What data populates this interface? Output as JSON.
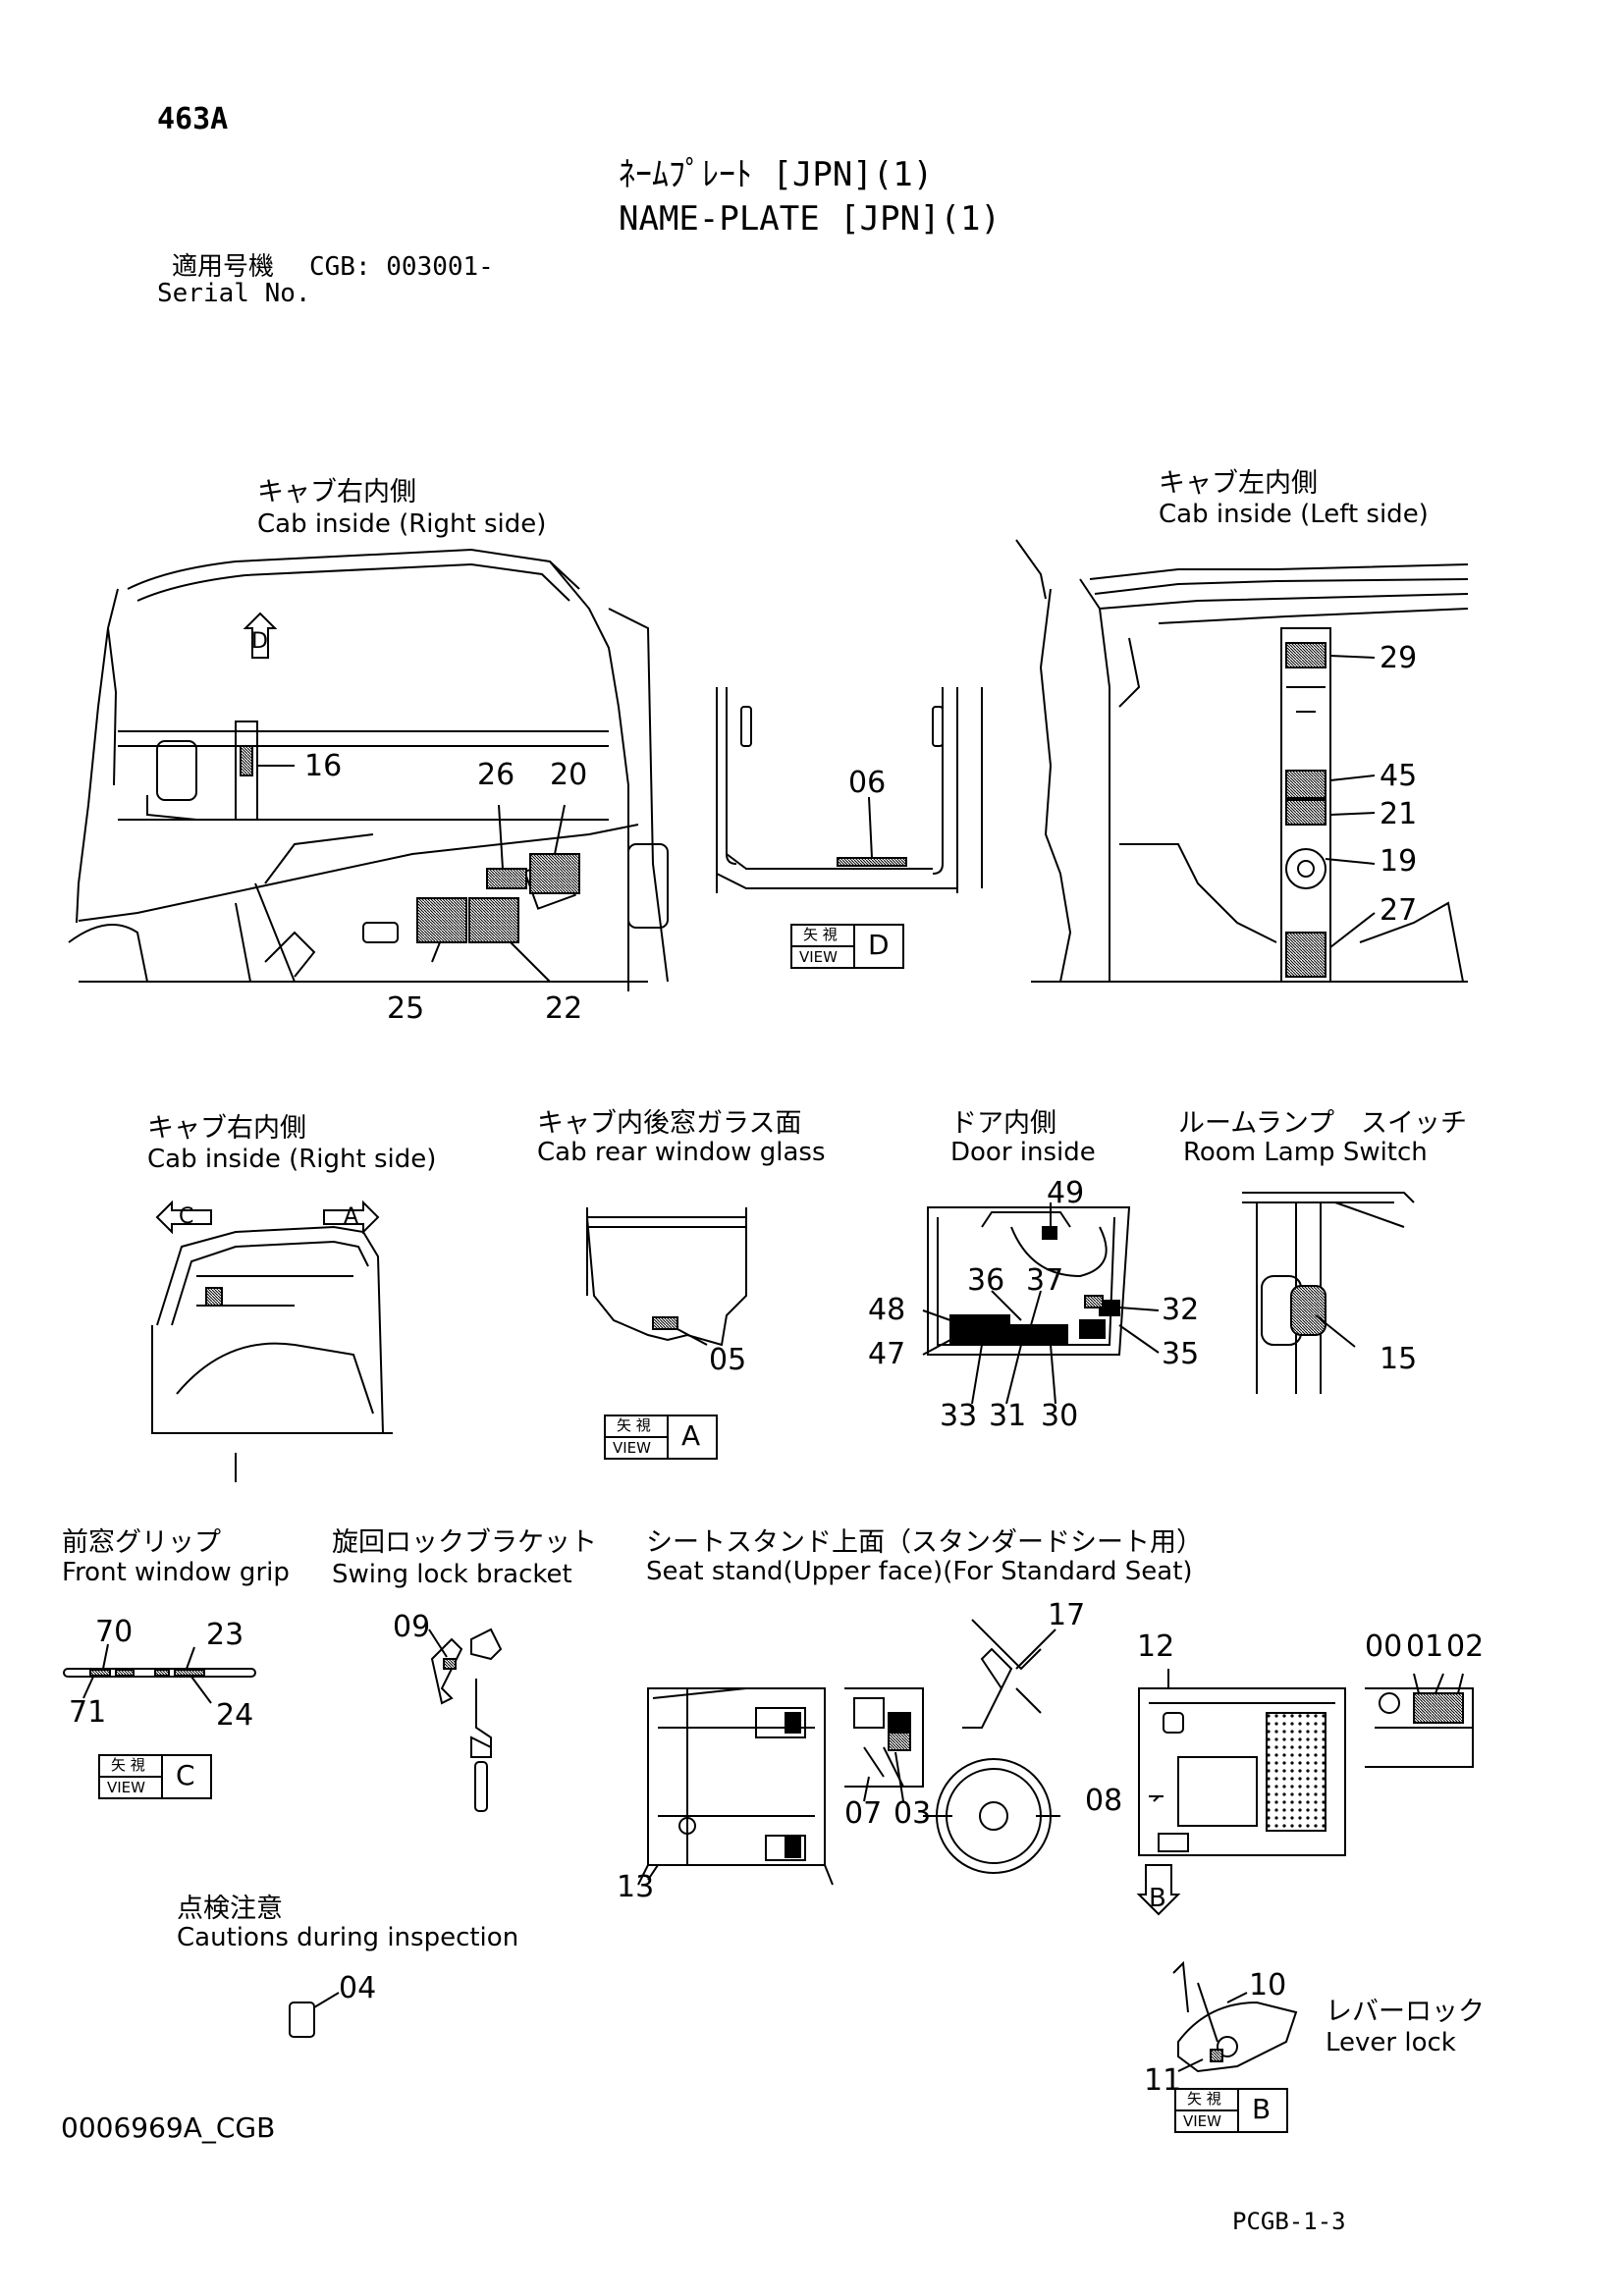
{
  "header": {
    "page_code": "463A",
    "title_jp": "ﾈｰﾑﾌﾟﾚｰﾄ [JPN](1)",
    "title_en": "NAME-PLATE [JPN](1)",
    "serial_label_jp": "適用号機",
    "serial_value": "CGB: 003001-",
    "serial_label_en": "Serial No."
  },
  "captions": {
    "cab_right_top_jp": "キャブ右内側",
    "cab_right_top_en": "Cab inside (Right side)",
    "cab_left_jp": "キャブ左内側",
    "cab_left_en": "Cab inside (Left side)",
    "cab_right_mid_jp": "キャブ右内側",
    "cab_right_mid_en": "Cab inside (Right side)",
    "rear_glass_jp": "キャブ内後窓ガラス面",
    "rear_glass_en": "Cab rear window glass",
    "door_jp": "ドア内側",
    "door_en": "Door inside",
    "room_lamp_jp": "ルームランプ　スイッチ",
    "room_lamp_en": "Room Lamp Switch",
    "front_grip_jp": "前窓グリップ",
    "front_grip_en": "Front window grip",
    "swing_lock_jp": "旋回ロックブラケット",
    "swing_lock_en": "Swing lock bracket",
    "seat_stand_jp": "シートスタンド上面（スタンダードシート用）",
    "seat_stand_en": "Seat stand(Upper face)(For Standard Seat)",
    "inspection_jp": "点検注意",
    "inspection_en": "Cautions during inspection",
    "lever_lock_jp": "レバーロック",
    "lever_lock_en": "Lever lock"
  },
  "views": {
    "view_jp": "矢 視",
    "view_en": "VIEW",
    "D": "D",
    "A": "A",
    "C": "C",
    "B": "B"
  },
  "arrows": {
    "D": "D",
    "C": "C",
    "A": "A",
    "B": "B"
  },
  "parts": {
    "p16": "16",
    "p26": "26",
    "p20": "20",
    "p25": "25",
    "p22": "22",
    "p06": "06",
    "p29": "29",
    "p45": "45",
    "p21": "21",
    "p19": "19",
    "p27": "27",
    "p05": "05",
    "p49": "49",
    "p36": "36",
    "p37": "37",
    "p48": "48",
    "p32": "32",
    "p47": "47",
    "p35": "35",
    "p33": "33",
    "p31": "31",
    "p30": "30",
    "p15": "15",
    "p70": "70",
    "p23": "23",
    "p71": "71",
    "p24": "24",
    "p09": "09",
    "p17": "17",
    "p07": "07",
    "p03": "03",
    "p13": "13",
    "p12": "12",
    "p00": "00",
    "p01": "01",
    "p02": "02",
    "p08": "08",
    "p04": "04",
    "p10": "10",
    "p11": "11"
  },
  "footer": {
    "drawing_id": "0006969A_CGB",
    "page_ref": "PCGB-1-3"
  }
}
